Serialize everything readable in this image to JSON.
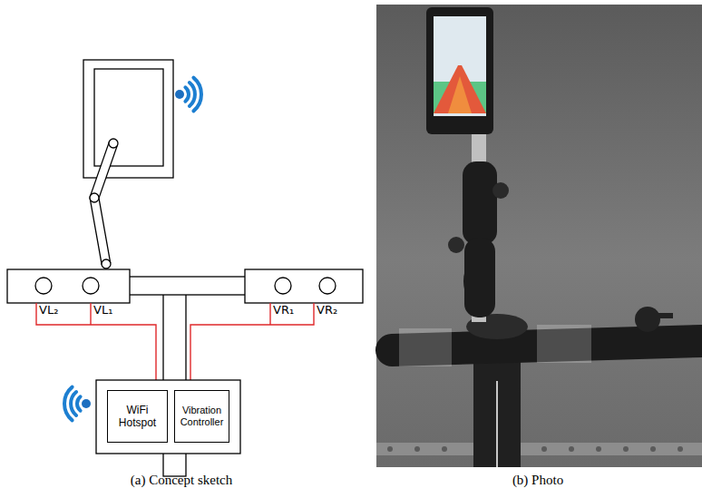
{
  "diagram": {
    "nodes": [
      {
        "text": [
          "WiFi Hotspot"
        ]
      },
      {
        "text": [
          "Vibration Controller"
        ]
      }
    ],
    "labels": [
      "VL₂",
      "VL₁",
      "VR₁",
      "VR₂",
      "(a) Concept sketch",
      "(b) Photo"
    ]
  }
}
